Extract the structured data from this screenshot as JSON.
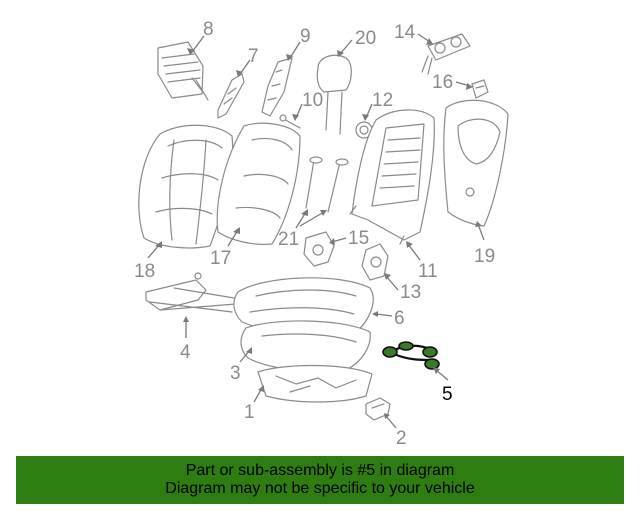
{
  "callouts": {
    "c1": "1",
    "c2": "2",
    "c3": "3",
    "c4": "4",
    "c5": "5",
    "c6": "6",
    "c7": "7",
    "c8": "8",
    "c9": "9",
    "c10": "10",
    "c11": "11",
    "c12": "12",
    "c13": "13",
    "c14": "14",
    "c15": "15",
    "c16": "16",
    "c17": "17",
    "c18": "18",
    "c19": "19",
    "c20": "20",
    "c21": "21"
  },
  "highlighted_part": "5",
  "banner": {
    "line1": "Part or sub-assembly is #5 in diagram",
    "line2": "Diagram may not be specific to your vehicle"
  },
  "colors": {
    "banner_bg": "#2e7d10",
    "highlight_fill": "#3a7a2a",
    "line_gray": "#8a8a8a"
  }
}
